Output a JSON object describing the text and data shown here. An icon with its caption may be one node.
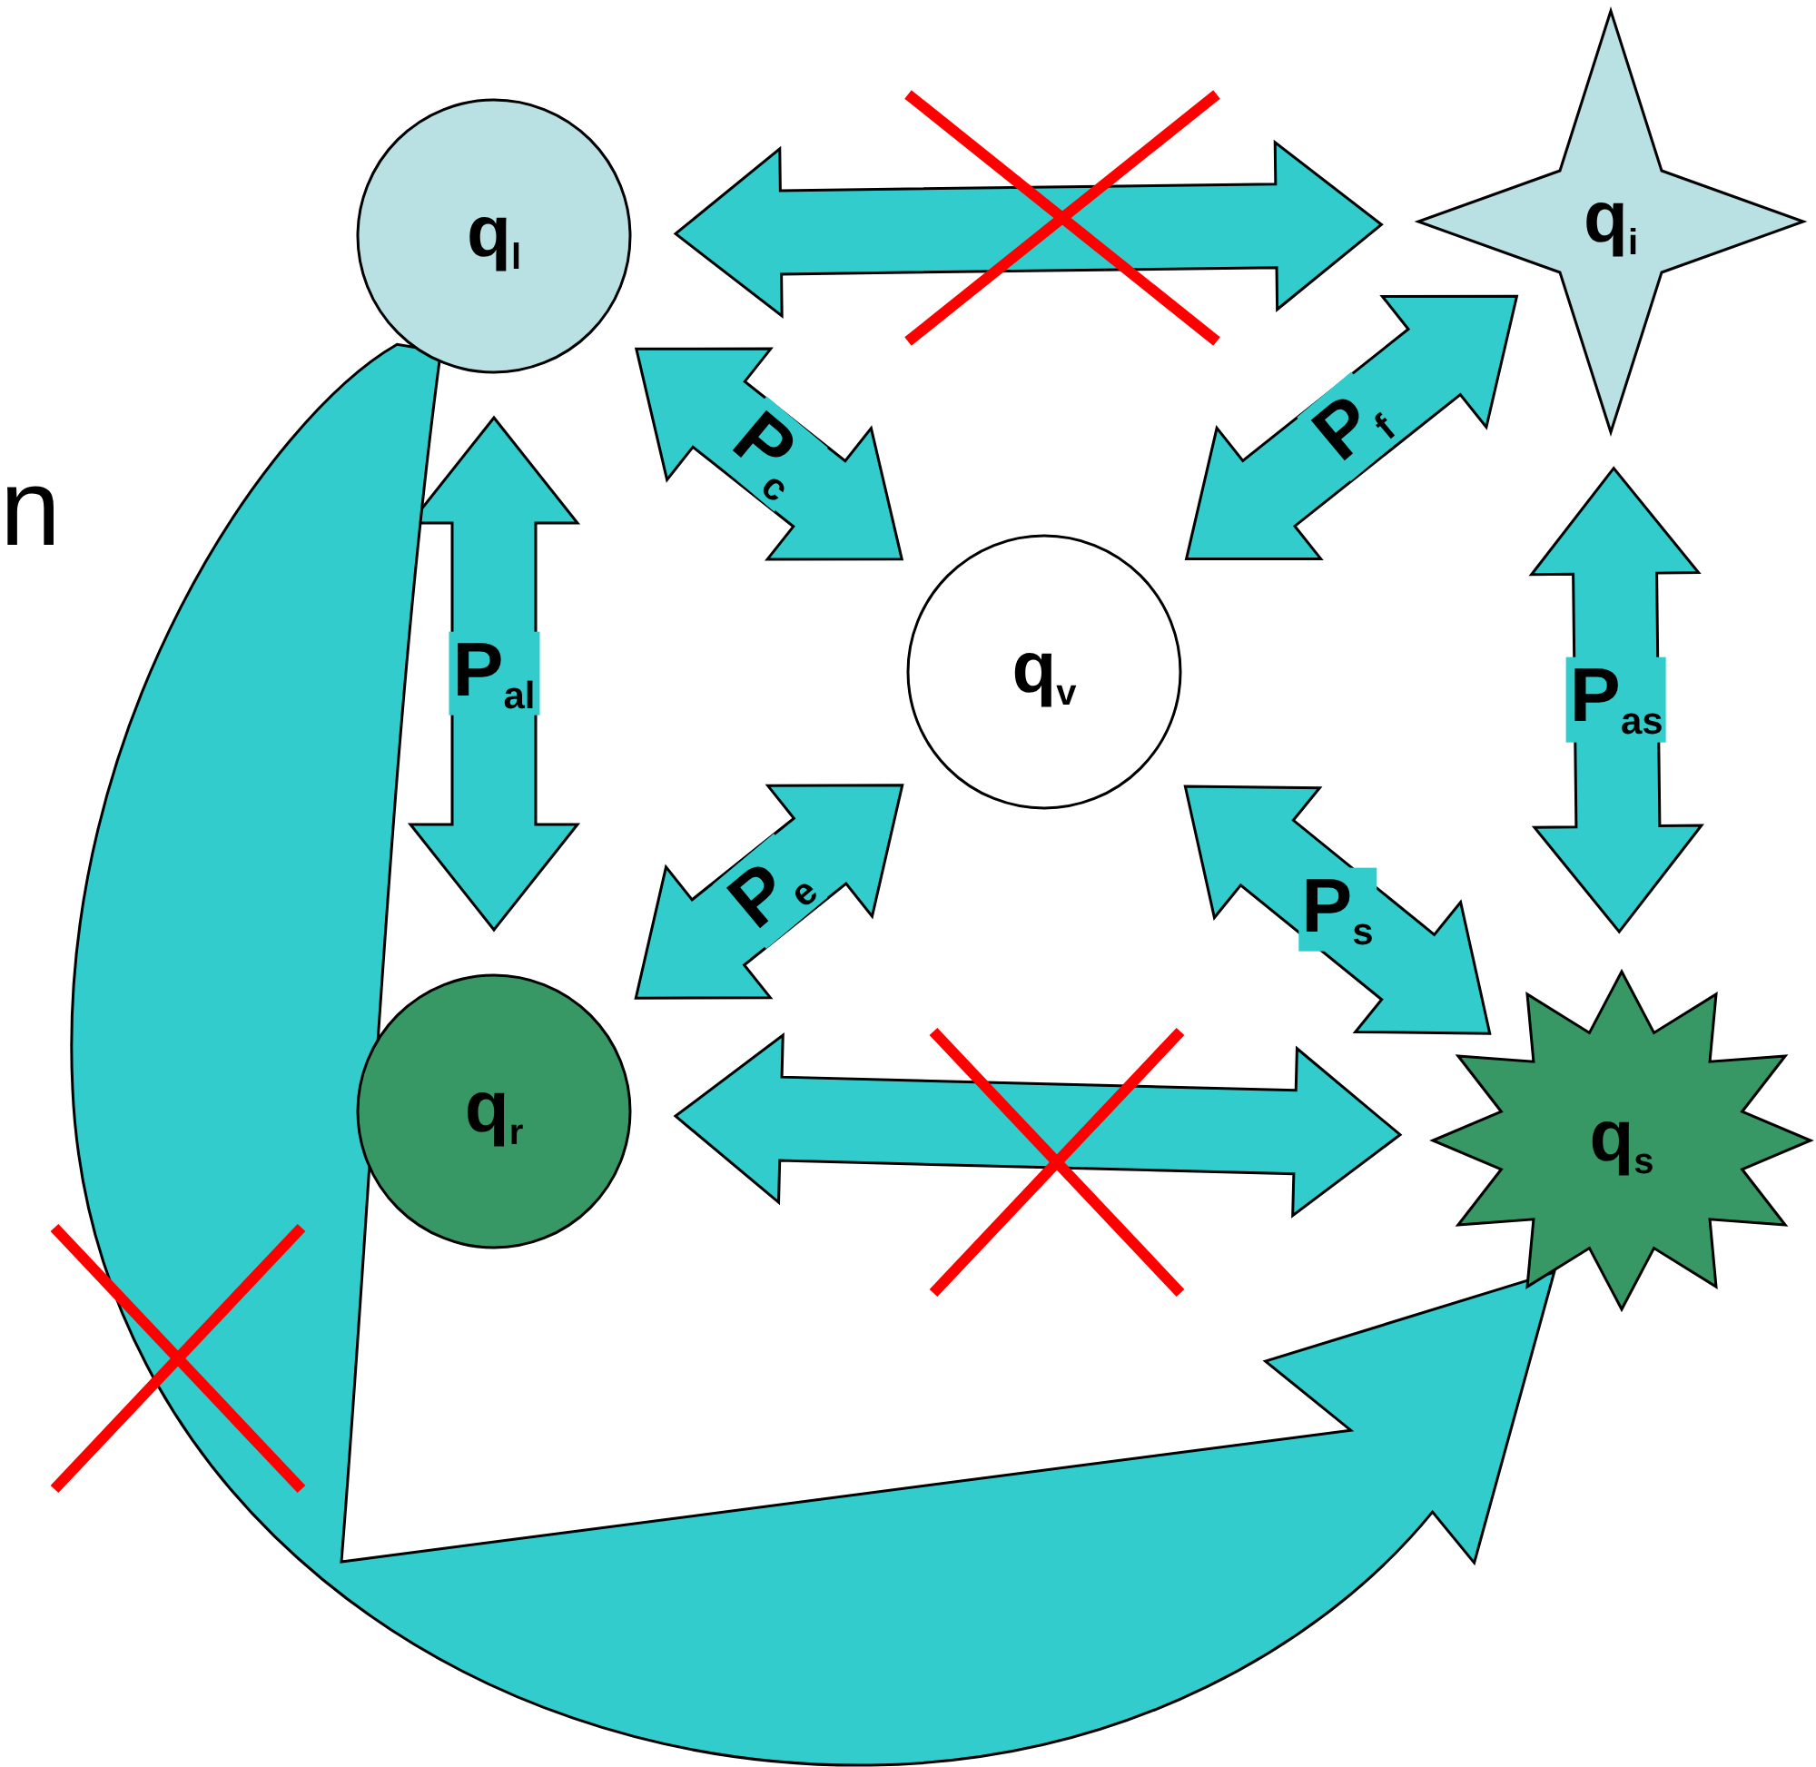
{
  "diagram": {
    "nodes": [
      {
        "text": [
          "q$_{l}$"
        ]
      },
      {
        "text": [
          "q$_{i}$"
        ]
      },
      {
        "text": [
          "q$_{v}$"
        ]
      },
      {
        "text": [
          "q$_{r}$"
        ]
      },
      {
        "text": [
          "q$_{s}$"
        ]
      }
    ],
    "edges": [
      {
        "from": 0,
        "to": 1,
        "arrow": "both"
      },
      {
        "from": 0,
        "to": 2,
        "arrow": "both",
        "label": "P$_{c}$"
      },
      {
        "from": 1,
        "to": 2,
        "arrow": "both",
        "label": "P$_{f}$"
      },
      {
        "from": 0,
        "to": 3,
        "arrow": "both",
        "label": "P$_{al}$"
      },
      {
        "from": 2,
        "to": 3,
        "arrow": "both",
        "label": "P$_{e}$"
      },
      {
        "from": 1,
        "to": 4,
        "arrow": "both",
        "label": "P$_{as}$"
      },
      {
        "from": 2,
        "to": 4,
        "arrow": "both",
        "label": "P$_{s}$"
      },
      {
        "from": 3,
        "to": 4,
        "arrow": "both"
      },
      {
        "from": 0,
        "to": 4,
        "arrow": "to"
      }
    ],
    "labels": [
      "n"
    ]
  }
}
